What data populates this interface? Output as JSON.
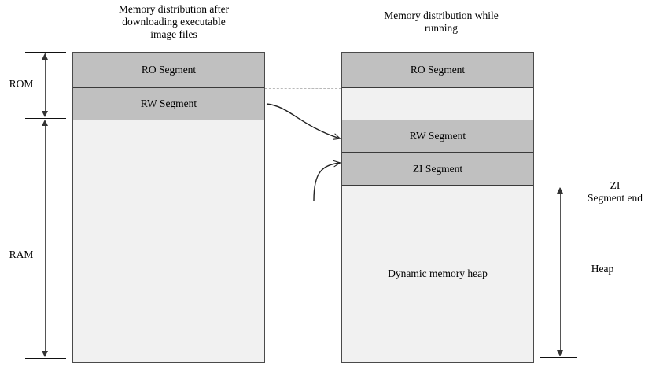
{
  "diagram": {
    "title_left": "Memory distribution after\ndownloading executable\nimage files",
    "title_right": "Memory distribution while\nrunning"
  },
  "left_column": {
    "name": "after-download-memory-map",
    "segments": [
      {
        "key": "ro",
        "label": "RO Segment",
        "fill": "#c0c0c0"
      },
      {
        "key": "rw",
        "label": "RW Segment",
        "fill": "#c0c0c0"
      },
      {
        "key": "empty",
        "label": "",
        "fill": "#f1f1f1"
      }
    ]
  },
  "right_column": {
    "name": "while-running-memory-map",
    "segments": [
      {
        "key": "ro",
        "label": "RO Segment",
        "fill": "#c0c0c0"
      },
      {
        "key": "gap",
        "label": "",
        "fill": "#f1f1f1"
      },
      {
        "key": "rw",
        "label": "RW Segment",
        "fill": "#c0c0c0"
      },
      {
        "key": "zi",
        "label": "ZI Segment",
        "fill": "#c0c0c0"
      },
      {
        "key": "heap",
        "label": "Dynamic memory heap",
        "fill": "#f1f1f1"
      }
    ]
  },
  "axes": {
    "rom": "ROM",
    "ram": "RAM",
    "zi_segment_end": "ZI\nSegment end",
    "heap": "Heap"
  },
  "colors": {
    "segment_fill": "#c0c0c0",
    "empty_fill": "#f1f1f1",
    "border": "#4a4a4a",
    "guide": "#b9b9b9",
    "arrow": "#333333"
  }
}
